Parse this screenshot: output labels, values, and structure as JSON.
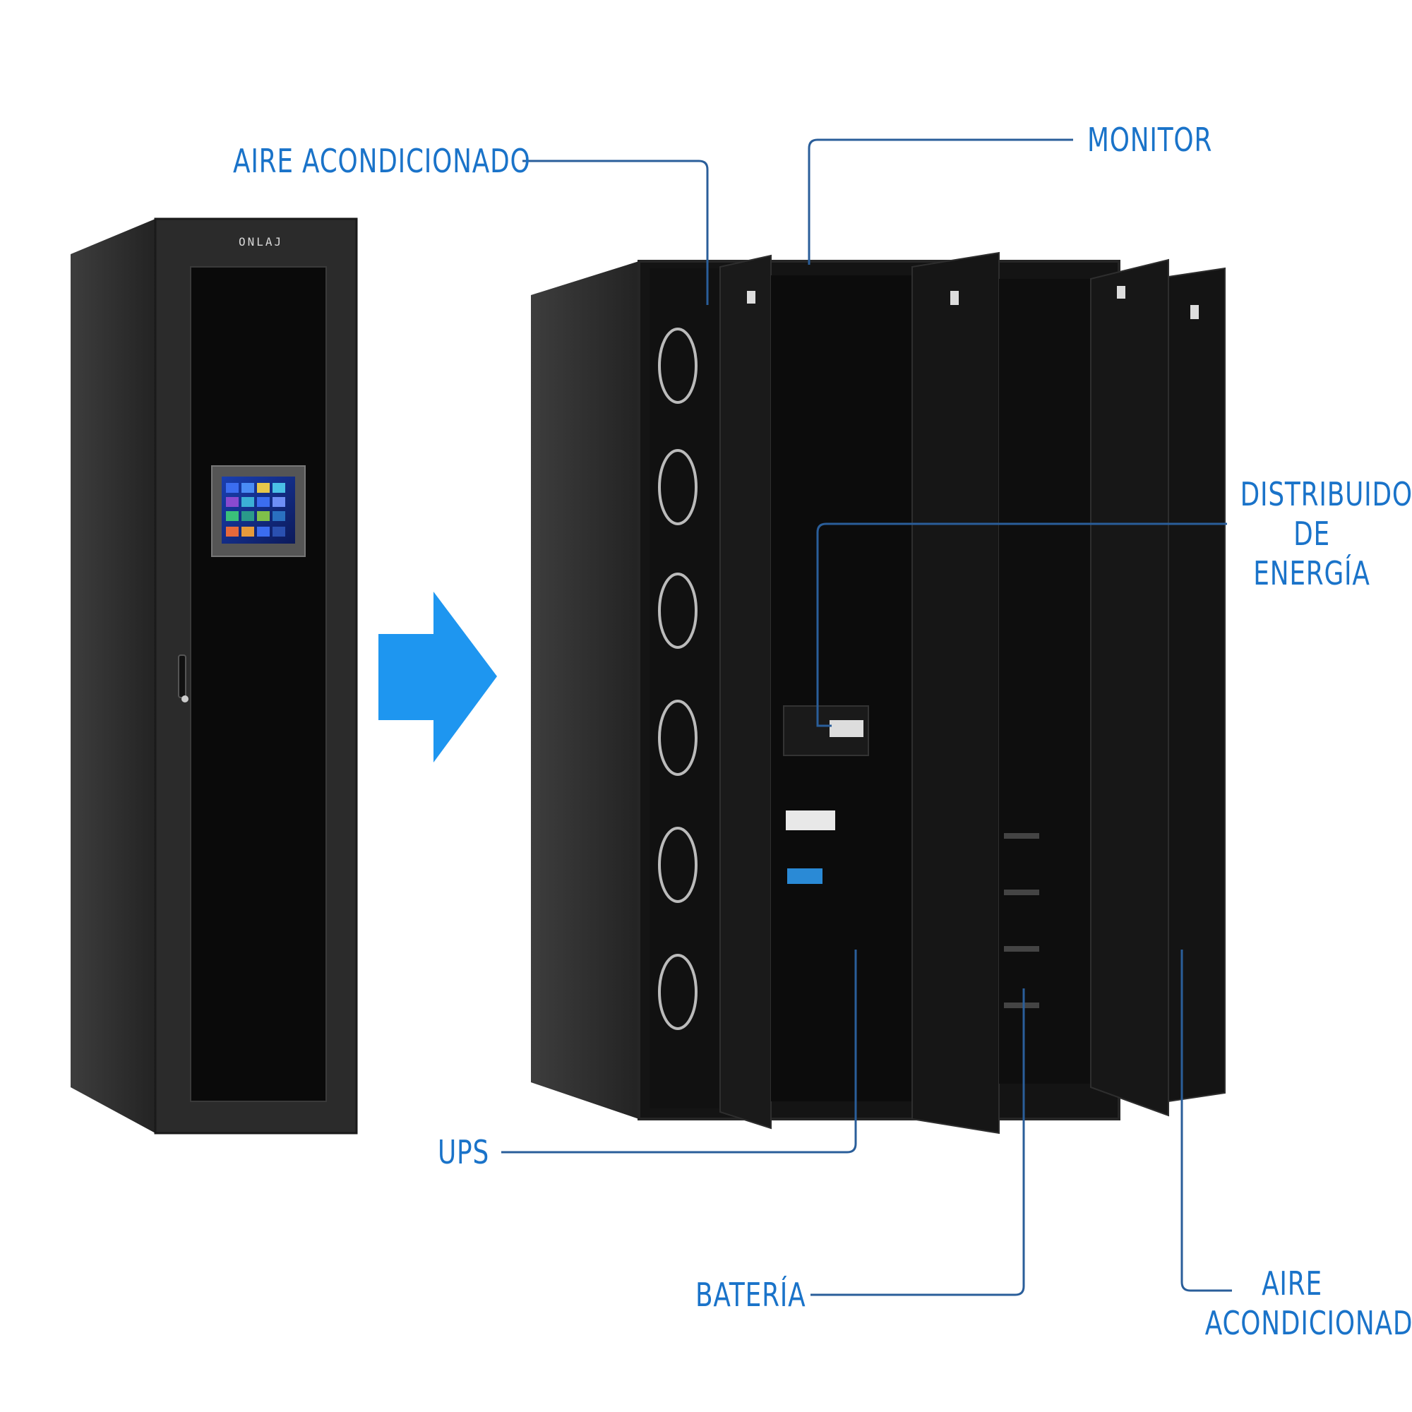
{
  "labels": {
    "aire_top": "AIRE ACONDICIONADO",
    "monitor": "MONITOR",
    "distribuidor": [
      "DISTRIBUIDOR",
      "DE",
      "ENERGÍA"
    ],
    "ups": "UPS",
    "bateria": "BATERÍA",
    "aire_bottom": [
      "AIRE",
      "ACONDICIONADO"
    ]
  },
  "cabinet_brand": "ONLAJ",
  "colors": {
    "label_text": "#1a73c9",
    "leader_line": "#2a5e9a",
    "arrow": "#1e96f0",
    "cabinet_body": "#2a2a2a",
    "cabinet_door": "#0b0b0b"
  },
  "icons": {
    "arrow": "right-arrow-icon",
    "screen": "touchscreen-display-icon"
  }
}
